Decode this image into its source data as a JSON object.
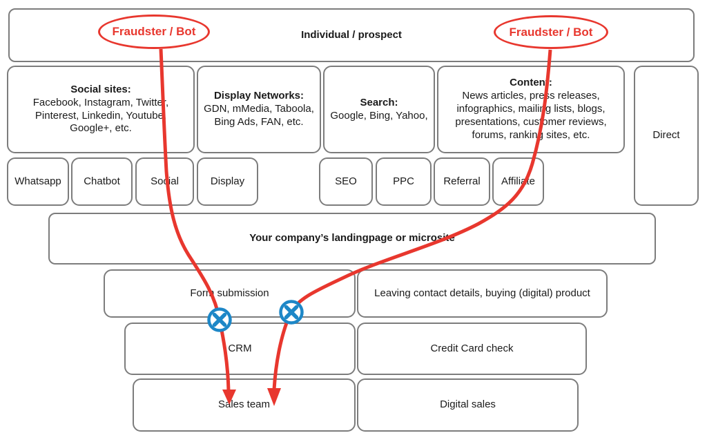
{
  "colors": {
    "accent_red": "#e8372e",
    "accent_blue": "#1d87c7",
    "box_border": "#7c7c7c",
    "text": "#1a1a1a"
  },
  "top_box": {
    "label": "Individual / prospect"
  },
  "fraudsters": {
    "left": "Fraudster / Bot",
    "right": "Fraudster / Bot"
  },
  "channel_boxes": [
    {
      "title": "Social sites:",
      "items": "Facebook, Instagram, Twitter, Pinterest, Linkedin, Youtube, Google+, etc."
    },
    {
      "title": "Display Networks:",
      "items": "GDN, mMedia, Taboola, Bing Ads, FAN, etc."
    },
    {
      "title": "Search:",
      "items": "Google, Bing, Yahoo,"
    },
    {
      "title": "Content:",
      "items": "News articles, press releases, infographics, mailing lists, blogs, presentations, customer reviews, forums, ranking sites, etc."
    }
  ],
  "direct_box": {
    "label": "Direct"
  },
  "tactic_boxes": [
    "Whatsapp",
    "Chatbot",
    "Social",
    "Display",
    "SEO",
    "PPC",
    "Referral",
    "Affiliate"
  ],
  "landing_box": {
    "label": "Your company’s landingpage or microsite"
  },
  "funnel": {
    "left": [
      {
        "label": "Form submission"
      },
      {
        "label": "CRM"
      },
      {
        "label": "Sales team"
      }
    ],
    "right": [
      {
        "label": "Leaving contact details, buying (digital) product"
      },
      {
        "label": "Credit Card check"
      },
      {
        "label": "Digital sales"
      }
    ]
  },
  "icons": {
    "blocked": "crossed-circle"
  }
}
